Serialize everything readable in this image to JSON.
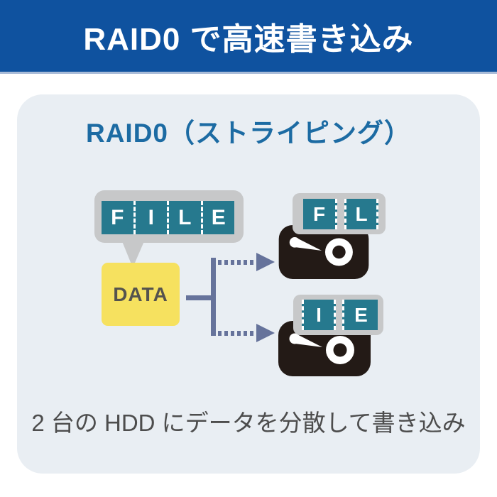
{
  "header": {
    "title": "RAID0 で高速書き込み"
  },
  "panel": {
    "subtitle": "RAID0（ストライピング）",
    "caption": "2 台の HDD にデータを分散して書き込み"
  },
  "diagram": {
    "source": {
      "label": "DATA"
    },
    "file_strip": {
      "letters": [
        "F",
        "I",
        "L",
        "E"
      ]
    },
    "drives": [
      {
        "id": "hdd-1",
        "fragments": [
          "F",
          "L"
        ]
      },
      {
        "id": "hdd-2",
        "fragments": [
          "I",
          "E"
        ]
      }
    ]
  },
  "colors": {
    "header_bg": "#0f529f",
    "header_text": "#ffffff",
    "panel_bg": "#e9eef3",
    "subtitle_text": "#1c6ba3",
    "caption_text": "#4d4d4d",
    "file_block": "#26798e",
    "bubble_gray": "#c7c8c9",
    "data_box": "#f6e15f",
    "data_text": "#55534e",
    "connector": "#66739b",
    "hdd_body": "#231a16"
  }
}
